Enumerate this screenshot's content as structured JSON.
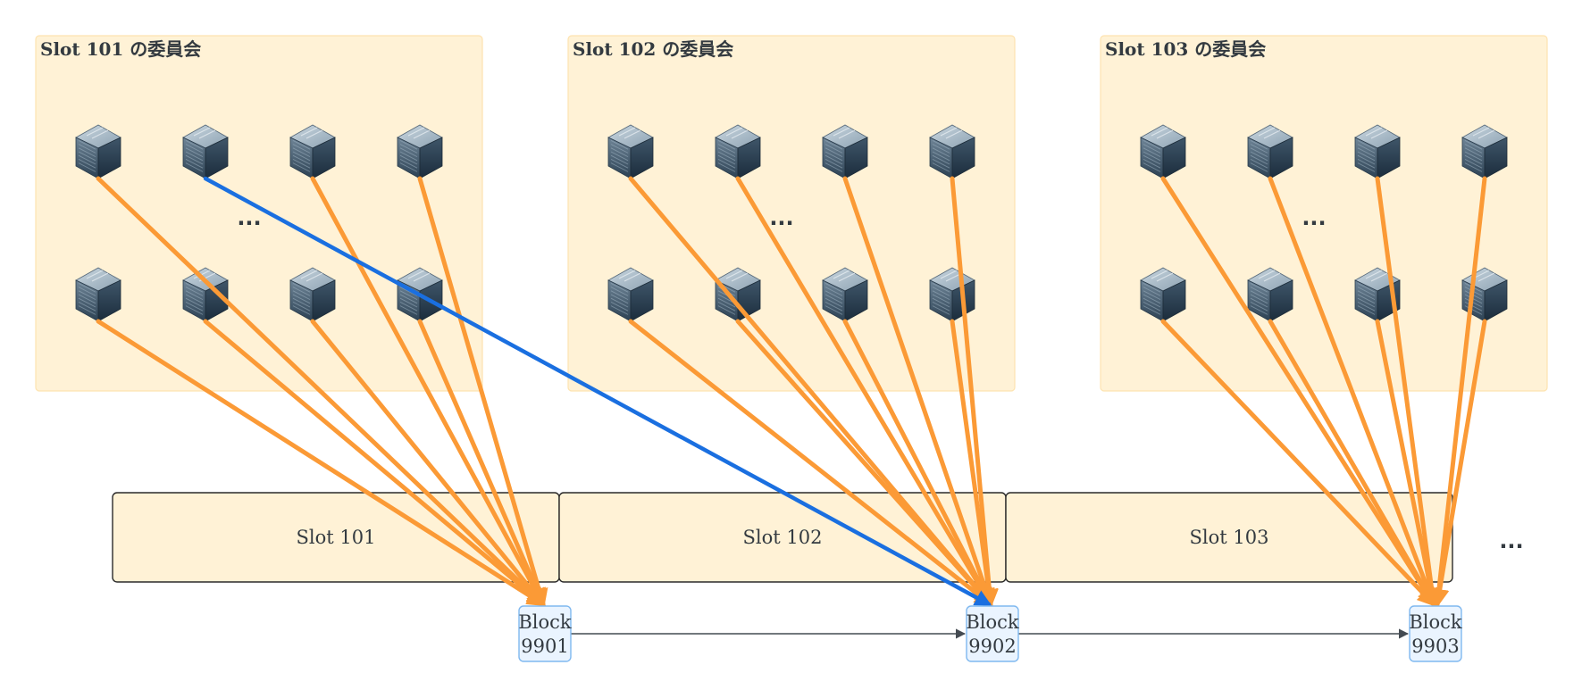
{
  "committees": [
    {
      "title": "Slot 101 の委員会",
      "ellipsis": "..."
    },
    {
      "title": "Slot 102 の委員会",
      "ellipsis": "..."
    },
    {
      "title": "Slot 103 の委員会",
      "ellipsis": "..."
    }
  ],
  "slots": [
    {
      "label": "Slot 101"
    },
    {
      "label": "Slot 102"
    },
    {
      "label": "Slot 103"
    }
  ],
  "slots_more": "...",
  "blocks": [
    {
      "line1": "Block",
      "line2": "9901"
    },
    {
      "line1": "Block",
      "line2": "9902"
    },
    {
      "line1": "Block",
      "line2": "9903"
    }
  ],
  "icons": {
    "validator": "server-icon"
  },
  "colors": {
    "committee_bg": "#fff2d6",
    "committee_border": "#fde3b0",
    "slot_bg": "#fff2d6",
    "slot_border": "#2a2a2a",
    "block_bg": "#eaf4ff",
    "block_border": "#7fb8ef",
    "attestation": "#fb9a36",
    "late_attestation": "#1a6fe0",
    "chain_link": "#444b52"
  }
}
